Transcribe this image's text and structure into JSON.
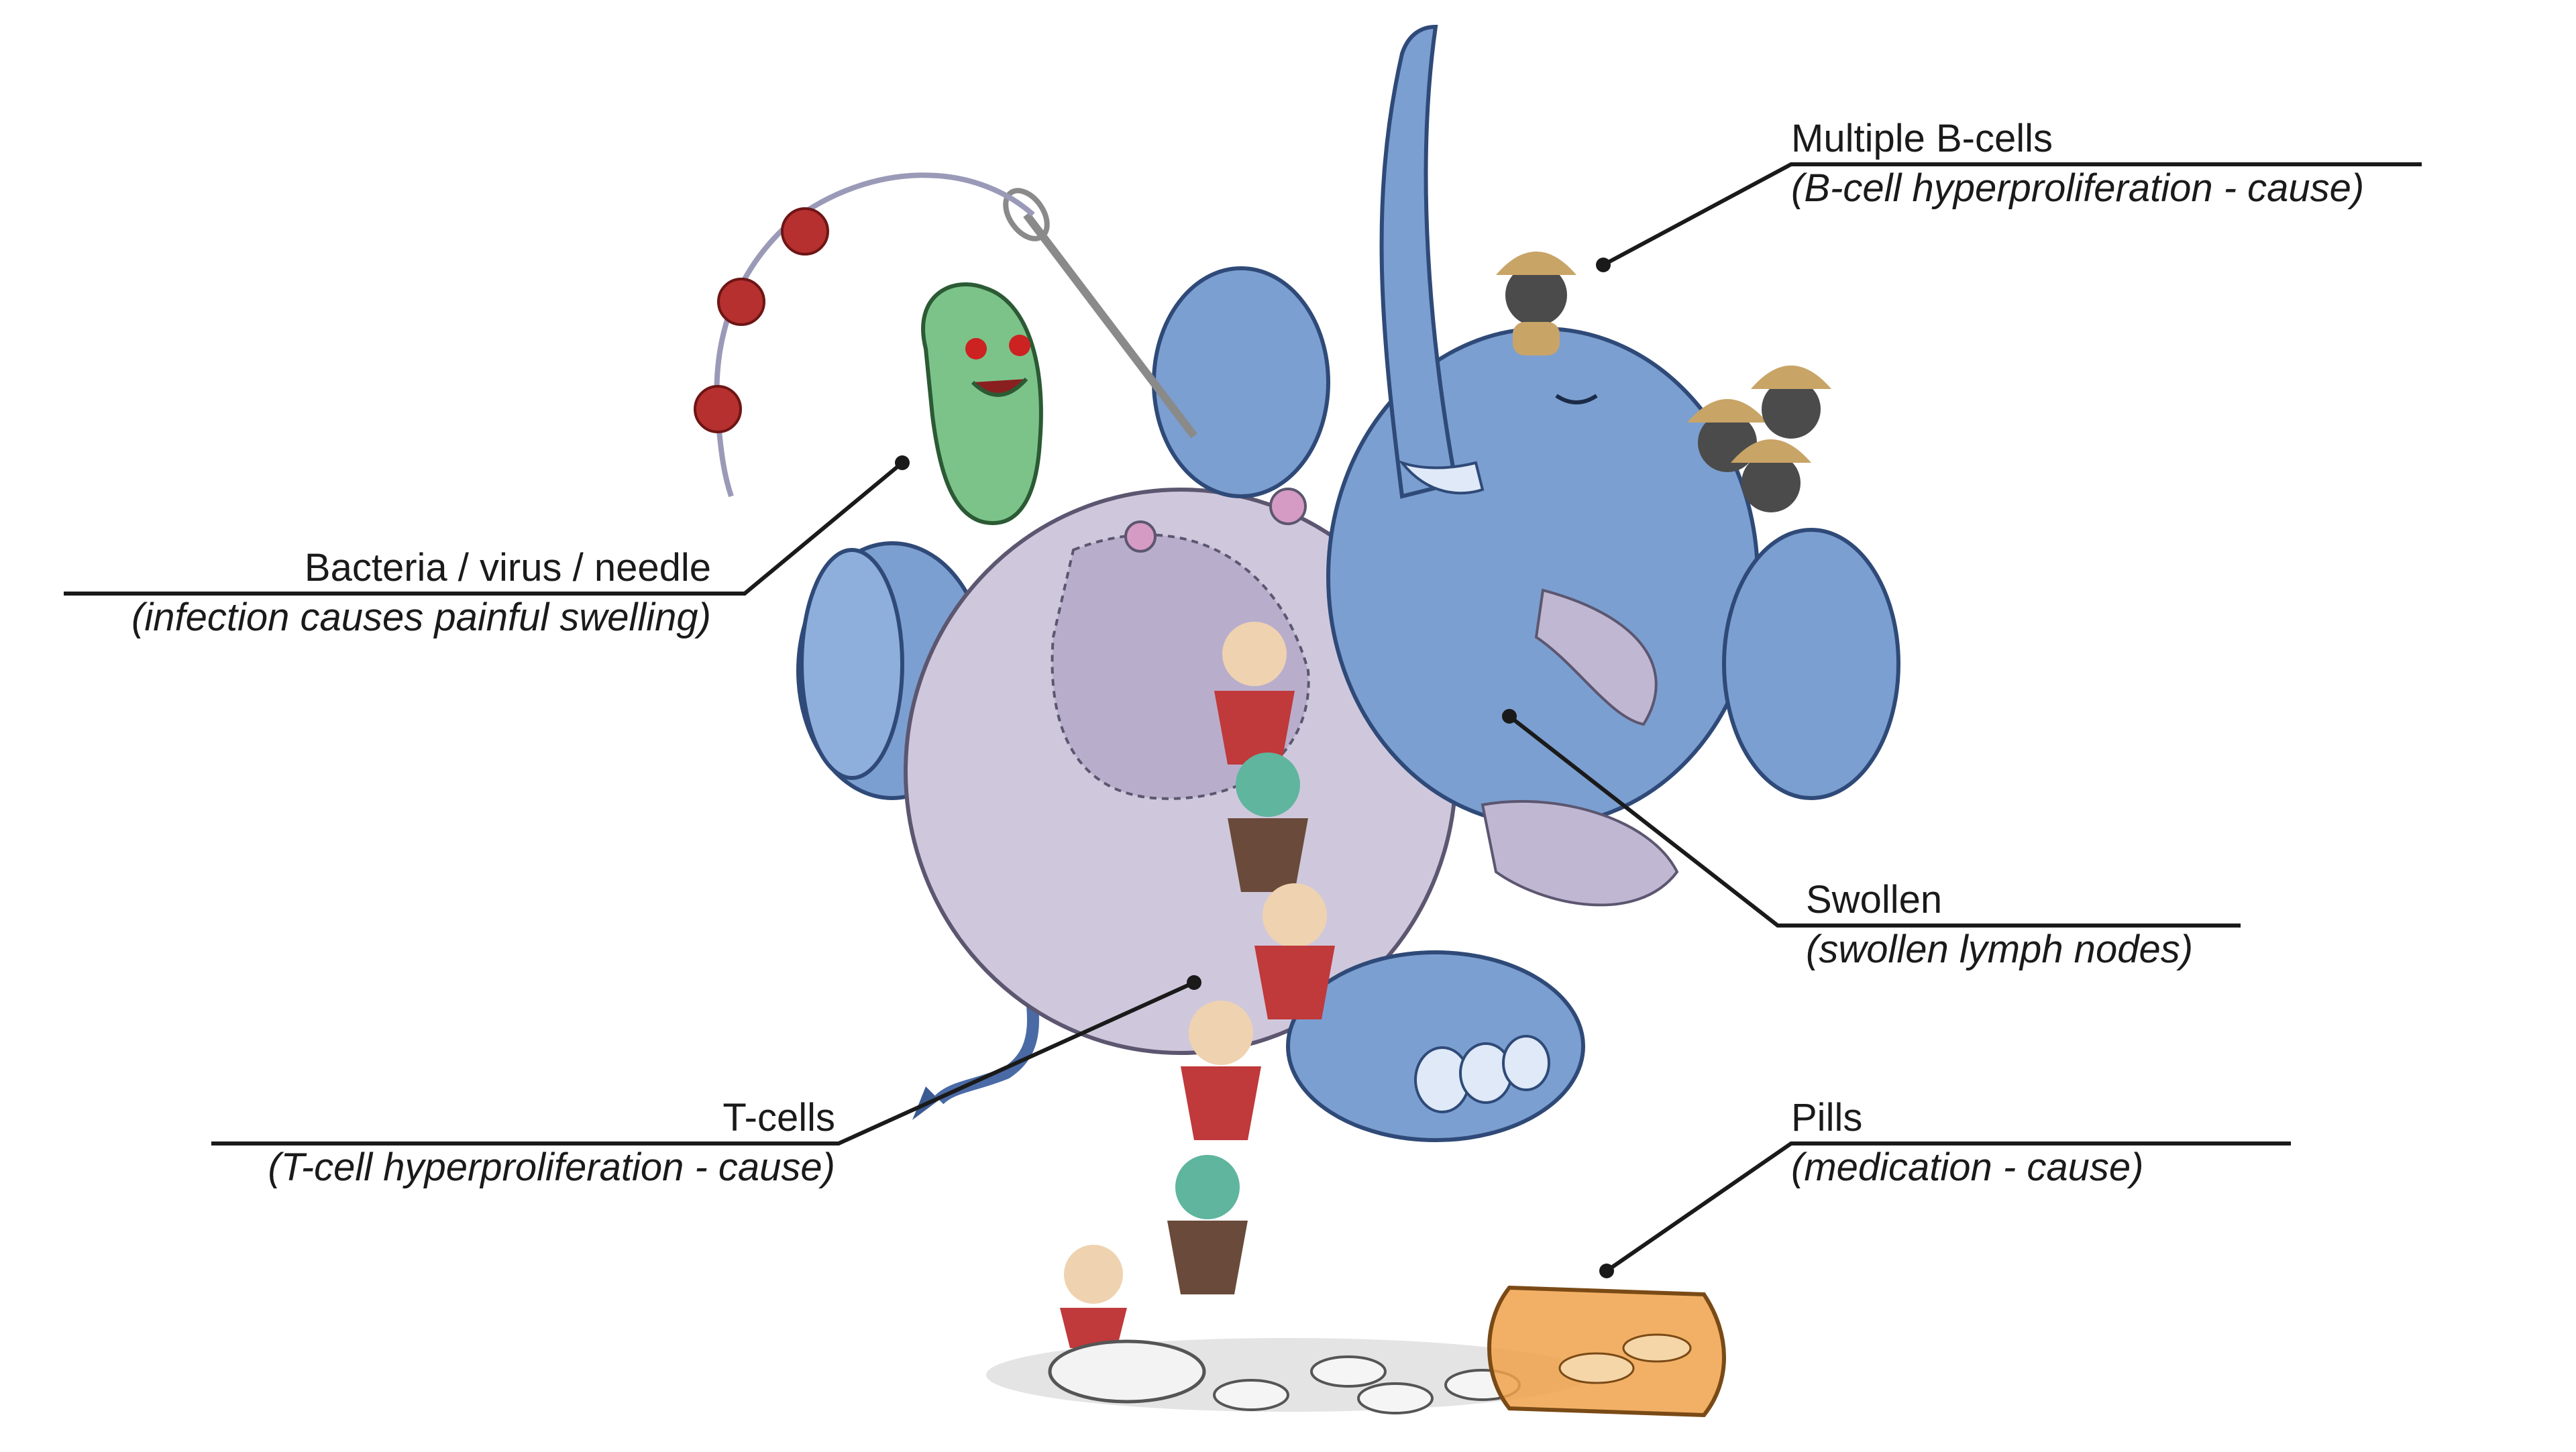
{
  "callouts": {
    "bcells": {
      "title": "Multiple B-cells",
      "subtitle": "(B-cell hyperproliferation - cause)"
    },
    "bacteria": {
      "title": "Bacteria / virus / needle",
      "subtitle": "(infection causes painful swelling)"
    },
    "swollen": {
      "title": "Swollen",
      "subtitle": "(swollen lymph nodes)"
    },
    "tcells": {
      "title": "T-cells",
      "subtitle": "(T-cell hyperproliferation - cause)"
    },
    "pills": {
      "title": "Pills",
      "subtitle": "(medication - cause)"
    }
  },
  "colors": {
    "elephant_blue": "#7b9fd0",
    "elephant_dark": "#4a6aa6",
    "elephant_light": "#a9c3e6",
    "belly_lavender": "#cfc8dc",
    "bacterium_green": "#7cc38a",
    "virus_red": "#b5302f",
    "tcell_red": "#c0393b",
    "tcell_teal": "#4fa58f",
    "bcell_dark": "#4b4b4b",
    "bcell_tan": "#c9a467",
    "pill_bottle_orange": "#f0a24b",
    "leader_line": "#1a1a1a"
  }
}
